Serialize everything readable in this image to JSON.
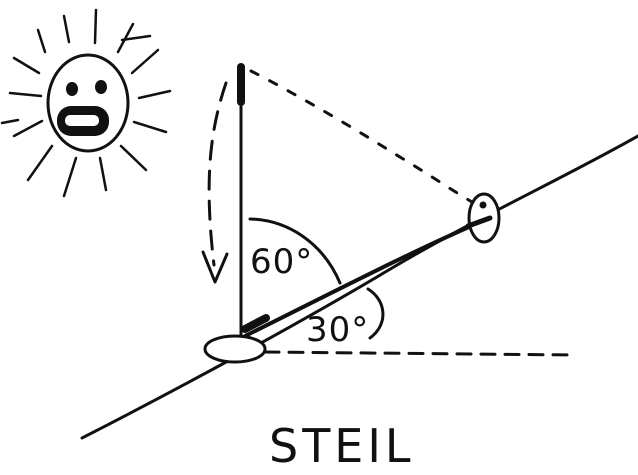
{
  "diagram": {
    "angle_upper_label": "60°",
    "angle_lower_label": "30°",
    "caption": "STEIL"
  },
  "colors": {
    "ink": "#111111",
    "background": "#ffffff"
  },
  "icons": {
    "sun": "sun-face-icon"
  }
}
